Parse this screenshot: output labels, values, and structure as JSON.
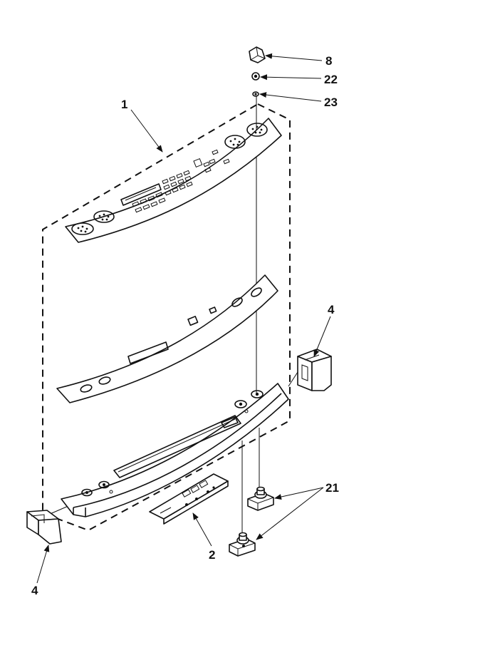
{
  "diagram": {
    "callouts": [
      {
        "id": "8",
        "label": "8"
      },
      {
        "id": "22",
        "label": "22"
      },
      {
        "id": "23",
        "label": "23"
      },
      {
        "id": "1",
        "label": "1"
      },
      {
        "id": "4-right",
        "label": "4"
      },
      {
        "id": "21",
        "label": "21"
      },
      {
        "id": "2",
        "label": "2"
      },
      {
        "id": "4-left",
        "label": "4"
      }
    ]
  }
}
